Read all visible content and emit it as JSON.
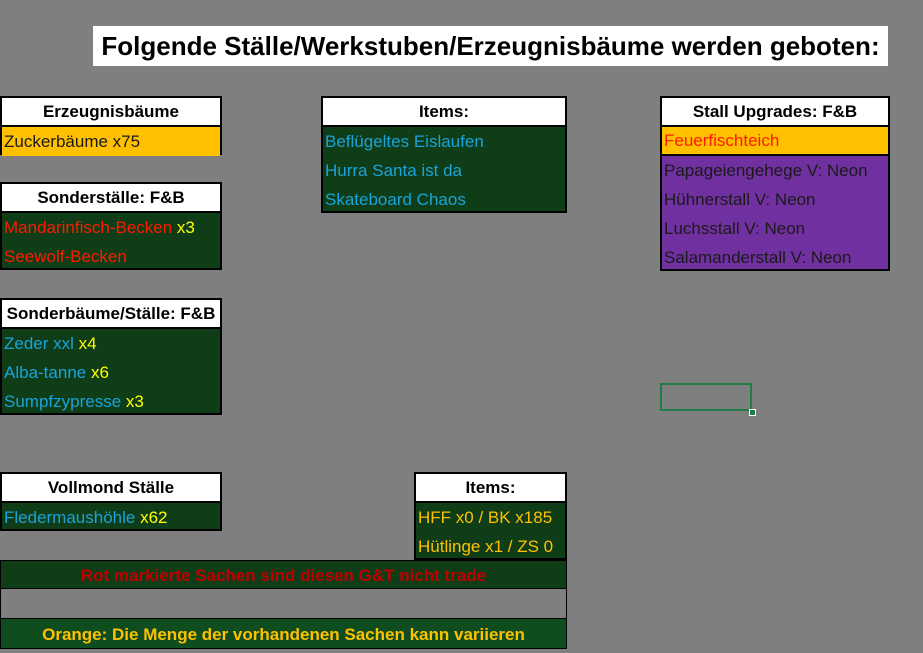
{
  "title": "Folgende Ställe/Werkstuben/Erzeugnisbäume werden geboten:",
  "erzeugnisbaeume": {
    "header": "Erzeugnisbäume",
    "item": "Zuckerbäume x75"
  },
  "sonderstaelle": {
    "header": "Sonderställe:  F&B",
    "items": [
      {
        "name": "Mandarinfisch-Becken",
        "qty": " x3"
      },
      {
        "name": "Seewolf-Becken",
        "qty": ""
      }
    ]
  },
  "sonderbaeume": {
    "header": "Sonderbäume/Ställe: F&B",
    "items": [
      {
        "name": "Zeder xxl",
        "qty": " x4"
      },
      {
        "name": "Alba-tanne",
        "qty": " x6"
      },
      {
        "name": "Sumpfzypresse",
        "qty": " x3"
      }
    ]
  },
  "vollmond": {
    "header": "Vollmond Ställe",
    "items": [
      {
        "name": "Fledermaushöhle",
        "qty": " x62"
      }
    ]
  },
  "items_top": {
    "header": "Items:",
    "items": [
      "Beflügeltes Eislaufen",
      "Hurra Santa ist da",
      "Skateboard Chaos"
    ]
  },
  "items_bottom": {
    "header": "Items:",
    "items": [
      "HFF x0 / BK x185",
      "Hütlinge x1 / ZS 0"
    ]
  },
  "stall_upgrades": {
    "header": "Stall Upgrades: F&B",
    "highlight": "Feuerfischteich",
    "items": [
      "Papageiengehege V: Neon",
      "Hühnerstall V: Neon",
      "Luchsstall V: Neon",
      "Salamanderstall V: Neon"
    ]
  },
  "notes": {
    "red": "Rot markierte Sachen sind diesen G&T nicht trade",
    "orange": "Orange: Die Menge der vorhandenen Sachen kann variieren"
  },
  "colors": {
    "background": "#7f7f7f",
    "dark_green": "#0f3d18",
    "orange": "#ffc000",
    "purple": "#7030a0",
    "blue_text": "#1aa3d9",
    "yellow_text": "#ffff00",
    "red_text": "#ff1a00"
  }
}
